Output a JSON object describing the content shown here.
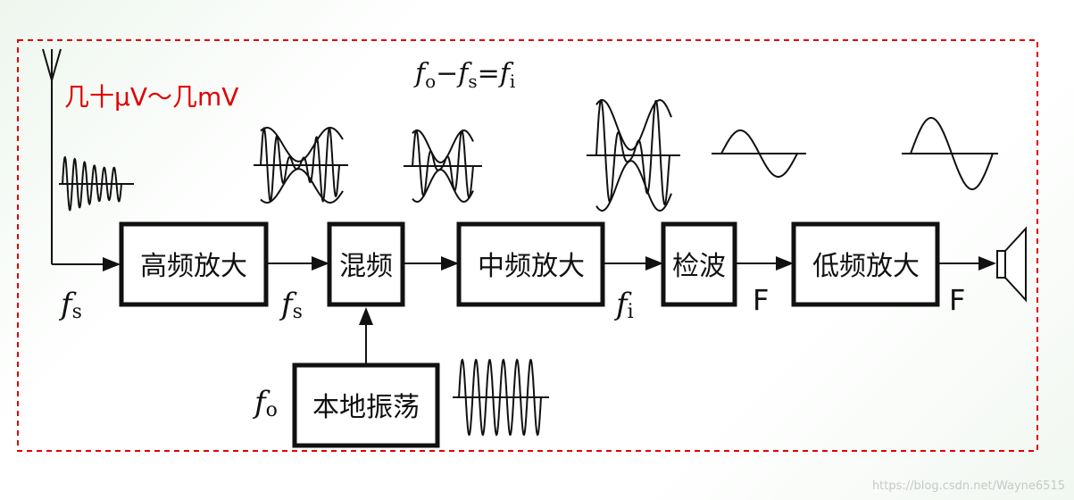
{
  "input_range": "几十μV～几mV",
  "formula": {
    "f1": "f",
    "s1": "o",
    "op": "−",
    "f2": "f",
    "s2": "s",
    "eq": "=",
    "f3": "f",
    "s3": "i"
  },
  "blocks": {
    "rf_amp": "高频放大",
    "mixer": "混频",
    "if_amp": "中频放大",
    "detector": "检波",
    "af_amp": "低频放大",
    "local_osc": "本地振荡"
  },
  "freq_labels": {
    "antenna_in": {
      "f": "f",
      "sub": "s"
    },
    "rf_out": {
      "f": "f",
      "sub": "s"
    },
    "if_out": {
      "f": "f",
      "sub": "i"
    },
    "lo_out": {
      "f": "f",
      "sub": "o"
    },
    "det_out": "F",
    "af_out": "F"
  },
  "colors": {
    "border_dashed": "#e00000",
    "stroke": "#111111",
    "note": "#e00000"
  },
  "watermark": "https://blog.csdn.net/Wayne6515"
}
